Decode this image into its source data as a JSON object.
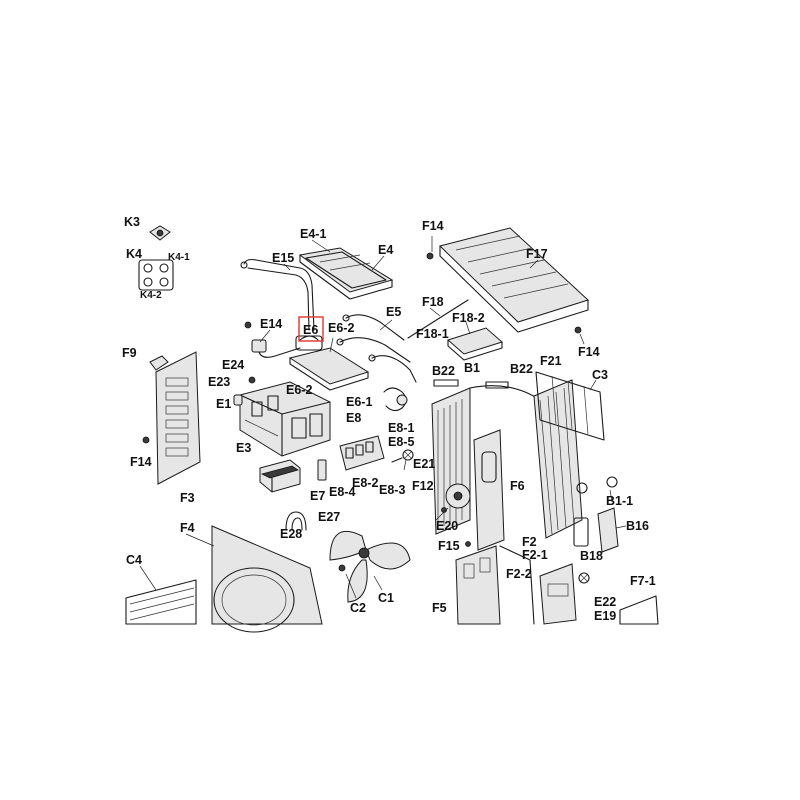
{
  "diagram": {
    "labels": {
      "K3": "K3",
      "K4": "K4",
      "K4_1": "K4-1",
      "K4_2": "K4-2",
      "E4_1": "E4-1",
      "E4": "E4",
      "E15": "E15",
      "E14": "E14",
      "E6": "E6",
      "E6_2a": "E6-2",
      "E5": "E5",
      "E24": "E24",
      "E23": "E23",
      "E1": "E1",
      "E6_2b": "E6-2",
      "E6_1": "E6-1",
      "E8": "E8",
      "E8_1": "E8-1",
      "E8_5": "E8-5",
      "E21": "E21",
      "E3": "E3",
      "E7": "E7",
      "E8_4": "E8-4",
      "E8_2": "E8-2",
      "E8_3": "E8-3",
      "E27": "E27",
      "E28": "E28",
      "F14a": "F14",
      "F17": "F17",
      "F18": "F18",
      "F18_2": "F18-2",
      "F18_1": "F18-1",
      "F14b": "F14",
      "F9": "F9",
      "F14c": "F14",
      "F3": "F3",
      "B22a": "B22",
      "B1": "B1",
      "B22b": "B22",
      "F21": "F21",
      "C3": "C3",
      "F12": "F12",
      "F6": "F6",
      "B1_1": "B1-1",
      "B16": "B16",
      "E20": "E20",
      "F15": "F15",
      "F2": "F2",
      "F2_1": "F2-1",
      "B18": "B18",
      "F4": "F4",
      "C4": "C4",
      "C2": "C2",
      "C1": "C1",
      "F2_2": "F2-2",
      "F5": "F5",
      "E22": "E22",
      "E19": "E19",
      "F7_1": "F7-1"
    },
    "highlighted_part": "E6"
  }
}
